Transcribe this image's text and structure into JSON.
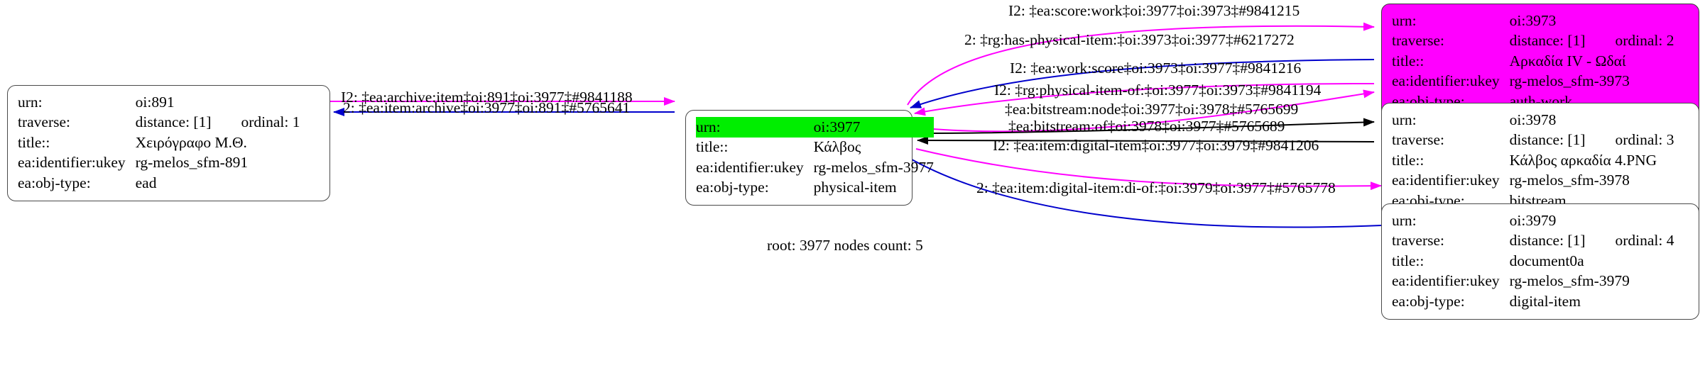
{
  "graph": {
    "footer": "root: 3977 nodes count: 5",
    "colors": {
      "highlight_green": "#00ee00",
      "node_magenta": "#ff00ff",
      "edge_magenta": "#ff00ff",
      "edge_blue": "#0000cc",
      "edge_black": "#000000",
      "node_border": "#4a4a4a"
    },
    "nodes": [
      {
        "id": "oi891",
        "style": "plain",
        "rows": [
          {
            "key": "urn:",
            "value": "oi:891",
            "ordinal": ""
          },
          {
            "key": "traverse:",
            "value": "distance: [1]",
            "ordinal": "ordinal: 1"
          },
          {
            "key": "title::",
            "value": "Χειρόγραφο Μ.Θ.",
            "ordinal": ""
          },
          {
            "key": "ea:identifier:ukey",
            "value": "rg-melos_sfm-891",
            "ordinal": ""
          },
          {
            "key": "ea:obj-type:",
            "value": "ead",
            "ordinal": ""
          }
        ]
      },
      {
        "id": "oi3977",
        "style": "root",
        "rows": [
          {
            "key": "urn:",
            "value": "oi:3977",
            "ordinal": "",
            "highlight": true
          },
          {
            "key": "title::",
            "value": "Κάλβος",
            "ordinal": ""
          },
          {
            "key": "ea:identifier:ukey",
            "value": "rg-melos_sfm-3977",
            "ordinal": ""
          },
          {
            "key": "ea:obj-type:",
            "value": "physical-item",
            "ordinal": ""
          }
        ]
      },
      {
        "id": "oi3973",
        "style": "magenta",
        "rows": [
          {
            "key": "urn:",
            "value": "oi:3973",
            "ordinal": ""
          },
          {
            "key": "traverse:",
            "value": "distance: [1]",
            "ordinal": "ordinal: 2"
          },
          {
            "key": "title::",
            "value": "Αρκαδία IV - Ωδαί",
            "ordinal": ""
          },
          {
            "key": "ea:identifier:ukey",
            "value": "rg-melos_sfm-3973",
            "ordinal": ""
          },
          {
            "key": "ea:obj-type:",
            "value": "auth-work",
            "ordinal": ""
          }
        ]
      },
      {
        "id": "oi3978",
        "style": "plain",
        "rows": [
          {
            "key": "urn:",
            "value": "oi:3978",
            "ordinal": ""
          },
          {
            "key": "traverse:",
            "value": "distance: [1]",
            "ordinal": "ordinal: 3"
          },
          {
            "key": "title::",
            "value": "Κάλβος αρκαδία 4.PNG",
            "ordinal": ""
          },
          {
            "key": "ea:identifier:ukey",
            "value": "rg-melos_sfm-3978",
            "ordinal": ""
          },
          {
            "key": "ea:obj-type:",
            "value": "bitstream",
            "ordinal": ""
          }
        ]
      },
      {
        "id": "oi3979",
        "style": "plain",
        "rows": [
          {
            "key": "urn:",
            "value": "oi:3979",
            "ordinal": ""
          },
          {
            "key": "traverse:",
            "value": "distance: [1]",
            "ordinal": "ordinal: 4"
          },
          {
            "key": "title::",
            "value": "document0a",
            "ordinal": ""
          },
          {
            "key": "ea:identifier:ukey",
            "value": "rg-melos_sfm-3979",
            "ordinal": ""
          },
          {
            "key": "ea:obj-type:",
            "value": "digital-item",
            "ordinal": ""
          }
        ]
      }
    ],
    "edge_labels": [
      {
        "id": "e1",
        "text": "I2: ‡ea:score:work‡oi:3977‡oi:3973‡#9841215"
      },
      {
        "id": "e2",
        "text": "2: ‡rg:has-physical-item:‡oi:3973‡oi:3977‡#6217272"
      },
      {
        "id": "e3",
        "text": "I2: ‡ea:work:score‡oi:3973‡oi:3977‡#9841216"
      },
      {
        "id": "e4",
        "text": "I2: ‡rg:physical-item-of:‡oi:3977‡oi:3973‡#9841194"
      },
      {
        "id": "e5",
        "text": "‡ea:bitstream:node‡oi:3977‡oi:3978‡#5765699"
      },
      {
        "id": "e6",
        "text": "‡ea:bitstream:of‡oi:3978‡oi:3977‡#5765689"
      },
      {
        "id": "e7",
        "text": "I2: ‡ea:item:digital-item‡oi:3977‡oi:3979‡#9841206"
      },
      {
        "id": "e8",
        "text": "2: ‡ea:item:digital-item:di-of:‡oi:3979‡oi:3977‡#5765778"
      },
      {
        "id": "e9",
        "text": "I2: ‡ea:archive:item‡oi:891‡oi:3977‡#9841188"
      },
      {
        "id": "e10",
        "text": "2: ‡ea:item:archive‡oi:3977‡oi:891‡#5765641"
      }
    ]
  }
}
